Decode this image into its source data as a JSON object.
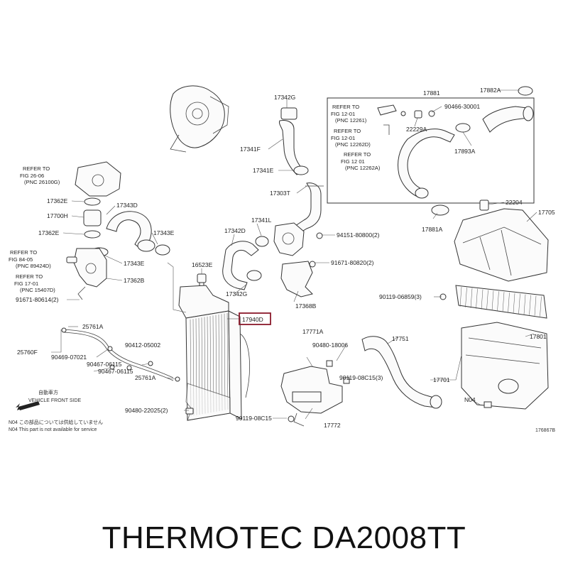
{
  "labels": {
    "p17342G_top": "17342G",
    "p17881": "17881",
    "p17882A": "17882A",
    "p90466": "90466-30001",
    "p22229A": "22229A",
    "p17341F": "17341F",
    "p17893A": "17893A",
    "p17341E": "17341E",
    "p17303T": "17303T",
    "p17362E_1": "17362E",
    "p17343D": "17343D",
    "p17700H": "17700H",
    "p17362E_2": "17362E",
    "p17343E_1": "17343E",
    "p17342D": "17342D",
    "p17341L": "17341L",
    "p94151": "94151-80800(2)",
    "p17881A": "17881A",
    "p22204": "22204",
    "p17705": "17705",
    "p17343E_2": "17343E",
    "p17362B": "17362B",
    "p91671_r": "91671-80820(2)",
    "p16523E": "16523E",
    "p17342G_mid": "17342G",
    "p17368B": "17368B",
    "p91671_l": "91671-80614(2)",
    "p90119_068": "90119-06859(3)",
    "p17940D": "17940D",
    "p25761A_1": "25761A",
    "p17771A": "17771A",
    "p17751": "17751",
    "p17801": "17801",
    "p90480_18": "90480-18006",
    "p25760F": "25760F",
    "p90412": "90412-05002",
    "p90469": "90469-07021",
    "p90467_1": "90467-06115",
    "p90467_2": "90467-06115",
    "p25761A_2": "25761A",
    "p90119_08c_1": "90119-08C15(3)",
    "p17701": "17701",
    "pN04": "N04",
    "p90480_22": "90480-22025(2)",
    "p90119_08c_2": "90119-08C15",
    "p17772": "17772",
    "diagram_id": "176867B"
  },
  "refs": {
    "r1_a": "REFER TO",
    "r1_b": "FIG 26-06",
    "r1_c": "(PNC 26100G)",
    "r2_a": "REFER TO",
    "r2_b": "FIG 84-05",
    "r2_c": "(PNC 89424D)",
    "r3_a": "REFER TO",
    "r3_b": "FIG 17-01",
    "r3_c": "(PNC 15407D)",
    "r4_a": "REFER TO",
    "r4_b": "FIG 12-01",
    "r4_c": "(PNC 12261)",
    "r5_a": "REFER TO",
    "r5_b": "FIG 12-01",
    "r5_c": "(PNC 12262D)",
    "r6_a": "REFER TO",
    "r6_b": "FIG 12 01",
    "r6_c": "(PNC 12262A)"
  },
  "notes": {
    "front_jp": "自動車方",
    "front_en": "VEHICLE FRONT SIDE",
    "n04_jp": "N04  この部品については供給していません",
    "n04_en": "N04  This part is not available for service"
  },
  "brand": "THERMOTEC DA2008TT",
  "colors": {
    "highlight": "#8b1a2b",
    "line": "#333333"
  }
}
